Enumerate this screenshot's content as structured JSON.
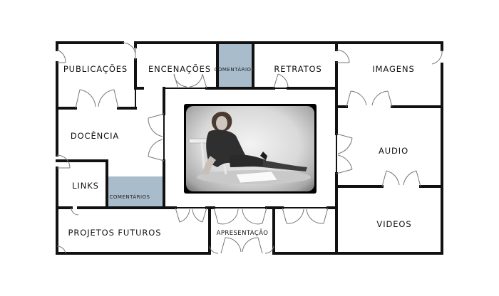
{
  "rooms": {
    "publicacoes": "PUBLICAÇÕES",
    "encenacoes": "ENCENAÇÕES",
    "comentarios_top": "COMENTÁRIOS",
    "retratos": "RETRATOS",
    "imagens": "IMAGENS",
    "docencia": "DOCÊNCIA",
    "audio": "AUDIO",
    "links": "LINKS",
    "comentarios_left": "COMENTÁRIOS",
    "projetos_futuros": "PROJETOS FUTUROS",
    "apresentacao": "APRESENTAÇÃO",
    "videos": "VIDEOS"
  },
  "colors": {
    "wall": "#111111",
    "door": "#777777",
    "comment_room": "#a8bccc",
    "background": "#ffffff"
  },
  "photo": {
    "subject": "black-and-white portrait photo"
  }
}
